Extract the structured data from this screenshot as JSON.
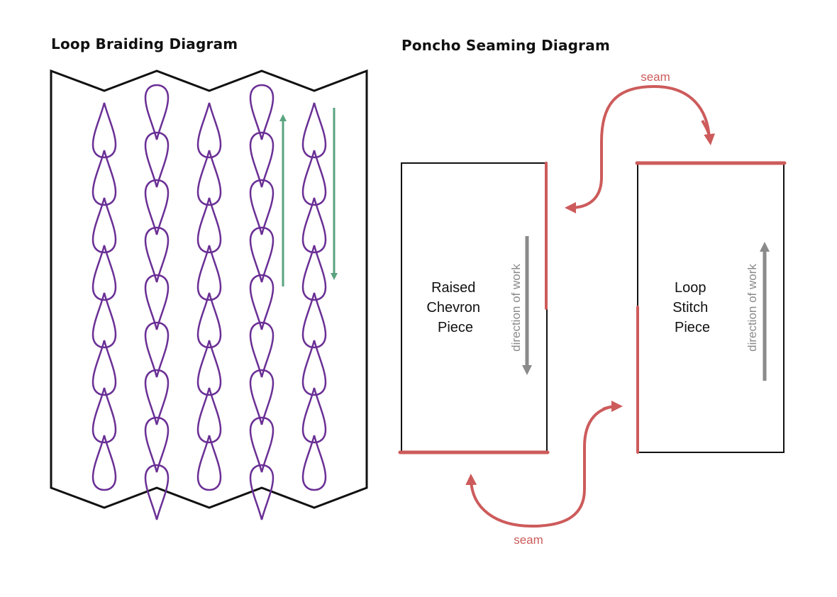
{
  "braid_diagram": {
    "title": "Loop Braiding Diagram",
    "loop_color": "#6a2f95",
    "arrow_color": "#5aa37f",
    "columns": [
      {
        "loops": 8,
        "offset": "low"
      },
      {
        "loops": 9,
        "offset": "high"
      },
      {
        "loops": 8,
        "offset": "low"
      },
      {
        "loops": 9,
        "offset": "high"
      },
      {
        "loops": 8,
        "offset": "low"
      }
    ],
    "arrows": [
      {
        "name": "up-arrow",
        "direction": "up"
      },
      {
        "name": "down-arrow",
        "direction": "down"
      }
    ]
  },
  "seam_diagram": {
    "title": "Poncho Seaming Diagram",
    "seam_color": "#cd5b5b",
    "direction_arrow_color": "#8a8a8a",
    "pieces": {
      "left": {
        "label_lines": [
          "Raised",
          "Chevron",
          "Piece"
        ],
        "direction_label": "direction of work",
        "direction": "down"
      },
      "right": {
        "label_lines": [
          "Loop",
          "Stitch",
          "Piece"
        ],
        "direction_label": "direction of work",
        "direction": "up"
      }
    },
    "seam_labels": {
      "top": "seam",
      "bottom": "seam"
    }
  }
}
